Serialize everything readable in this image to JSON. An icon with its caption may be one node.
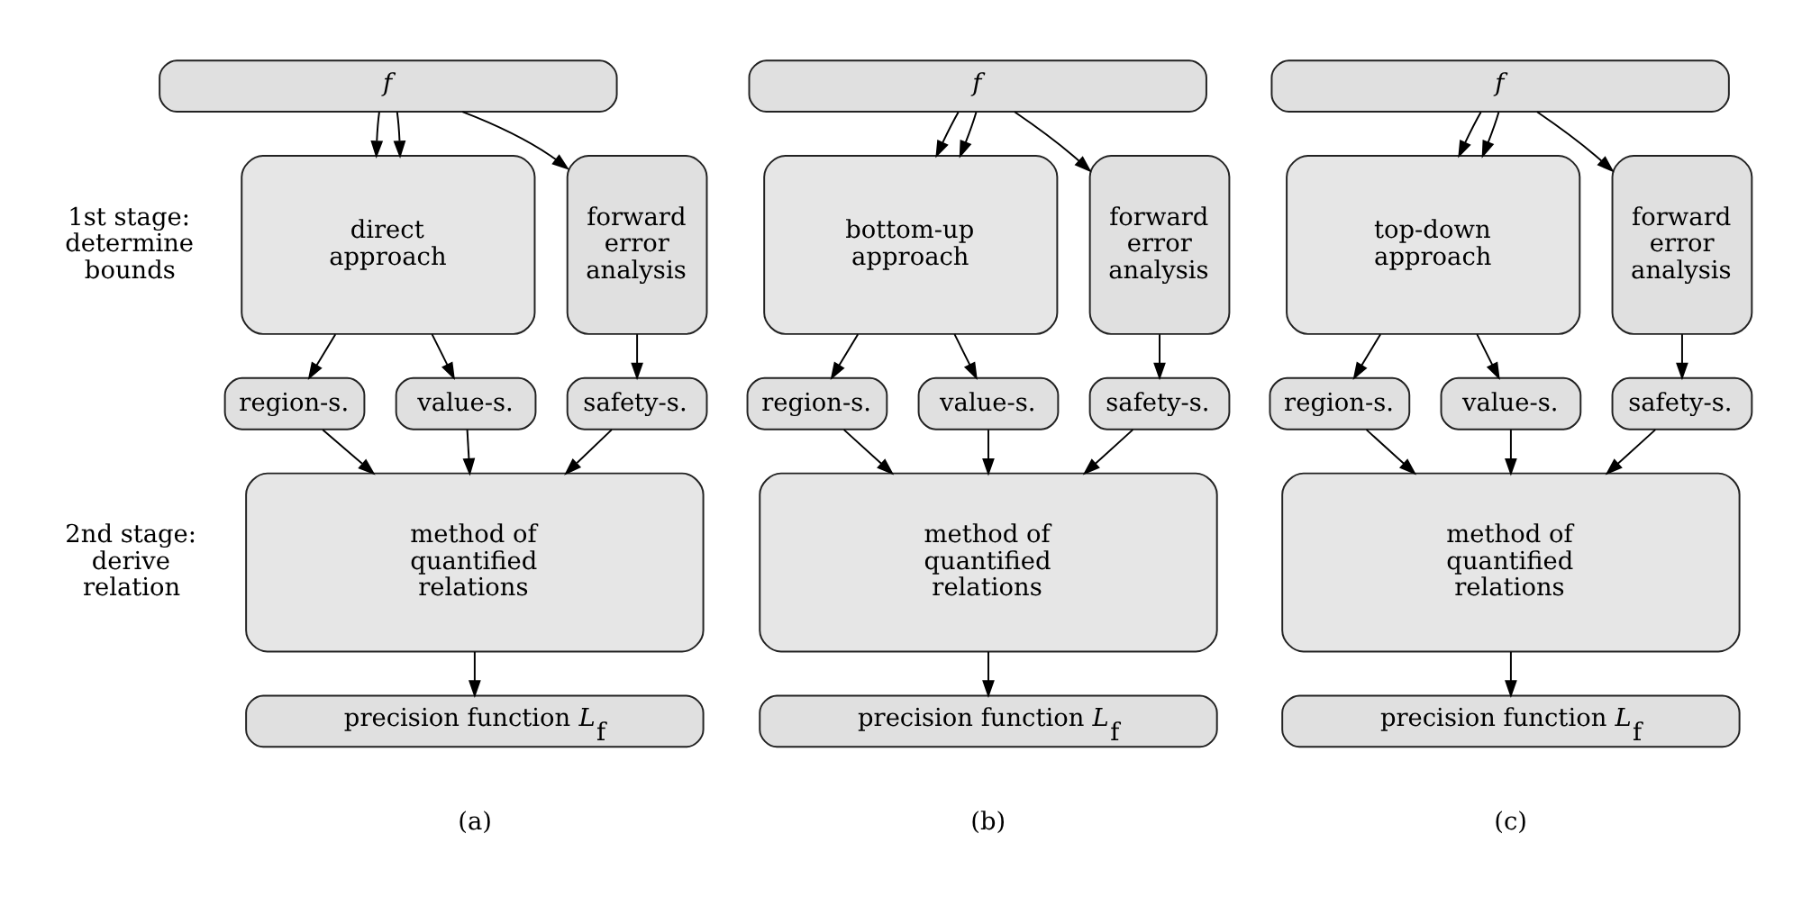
{
  "diagram": {
    "nodes": [
      {
        "text": [
          "f"
        ]
      },
      {
        "text": [
          "direct approach"
        ]
      },
      {
        "text": [
          "forward error analysis"
        ]
      },
      {
        "text": [
          "region-s."
        ]
      },
      {
        "text": [
          "value-s."
        ]
      },
      {
        "text": [
          "safety-s."
        ]
      },
      {
        "text": [
          "method of quantified relations"
        ]
      },
      {
        "text": [
          "precision function *L*$_{f}$"
        ]
      },
      {
        "text": [
          "f"
        ]
      },
      {
        "text": [
          "bottom-up approach"
        ]
      },
      {
        "text": [
          "forward error analysis"
        ]
      },
      {
        "text": [
          "region-s."
        ]
      },
      {
        "text": [
          "value-s."
        ]
      },
      {
        "text": [
          "safety-s."
        ]
      },
      {
        "text": [
          "method of quantified relations"
        ]
      },
      {
        "text": [
          "precision function *L*$_{f}$"
        ]
      },
      {
        "text": [
          "f"
        ]
      },
      {
        "text": [
          "top-down approach"
        ]
      },
      {
        "text": [
          "forward error analysis"
        ]
      },
      {
        "text": [
          "region-s."
        ]
      },
      {
        "text": [
          "value-s."
        ]
      },
      {
        "text": [
          "safety-s."
        ]
      },
      {
        "text": [
          "method of quantified relations"
        ]
      },
      {
        "text": [
          "precision function *L*$_{f}$"
        ]
      }
    ],
    "edges": [
      {
        "from": 0,
        "to": 1,
        "arrow": "to"
      },
      {
        "from": 0,
        "to": 1,
        "arrow": "to"
      },
      {
        "from": 0,
        "to": 2,
        "arrow": "to"
      },
      {
        "from": 1,
        "to": 3,
        "arrow": "to"
      },
      {
        "from": 1,
        "to": 4,
        "arrow": "to"
      },
      {
        "from": 2,
        "to": 5,
        "arrow": "to"
      },
      {
        "from": 3,
        "to": 6,
        "arrow": "to"
      },
      {
        "from": 4,
        "to": 6,
        "arrow": "to"
      },
      {
        "from": 5,
        "to": 6,
        "arrow": "to"
      },
      {
        "from": 6,
        "to": 7,
        "arrow": "to"
      },
      {
        "from": 8,
        "to": 9,
        "arrow": "to"
      },
      {
        "from": 8,
        "to": 9,
        "arrow": "to"
      },
      {
        "from": 8,
        "to": 10,
        "arrow": "to"
      },
      {
        "from": 9,
        "to": 11,
        "arrow": "to"
      },
      {
        "from": 9,
        "to": 12,
        "arrow": "to"
      },
      {
        "from": 10,
        "to": 13,
        "arrow": "to"
      },
      {
        "from": 11,
        "to": 14,
        "arrow": "to"
      },
      {
        "from": 12,
        "to": 14,
        "arrow": "to"
      },
      {
        "from": 13,
        "to": 14,
        "arrow": "to"
      },
      {
        "from": 14,
        "to": 15,
        "arrow": "to"
      },
      {
        "from": 16,
        "to": 17,
        "arrow": "to"
      },
      {
        "from": 16,
        "to": 17,
        "arrow": "to"
      },
      {
        "from": 16,
        "to": 18,
        "arrow": "to"
      },
      {
        "from": 17,
        "to": 19,
        "arrow": "to"
      },
      {
        "from": 17,
        "to": 20,
        "arrow": "to"
      },
      {
        "from": 18,
        "to": 21,
        "arrow": "to"
      },
      {
        "from": 19,
        "to": 22,
        "arrow": "to"
      },
      {
        "from": 20,
        "to": 22,
        "arrow": "to"
      },
      {
        "from": 21,
        "to": 22,
        "arrow": "to"
      },
      {
        "from": 22,
        "to": 23,
        "arrow": "to"
      }
    ],
    "labels": [
      "1st stage: determine bounds",
      "2nd stage: derive relation",
      "(a)",
      "(b)",
      "(c)"
    ]
  }
}
